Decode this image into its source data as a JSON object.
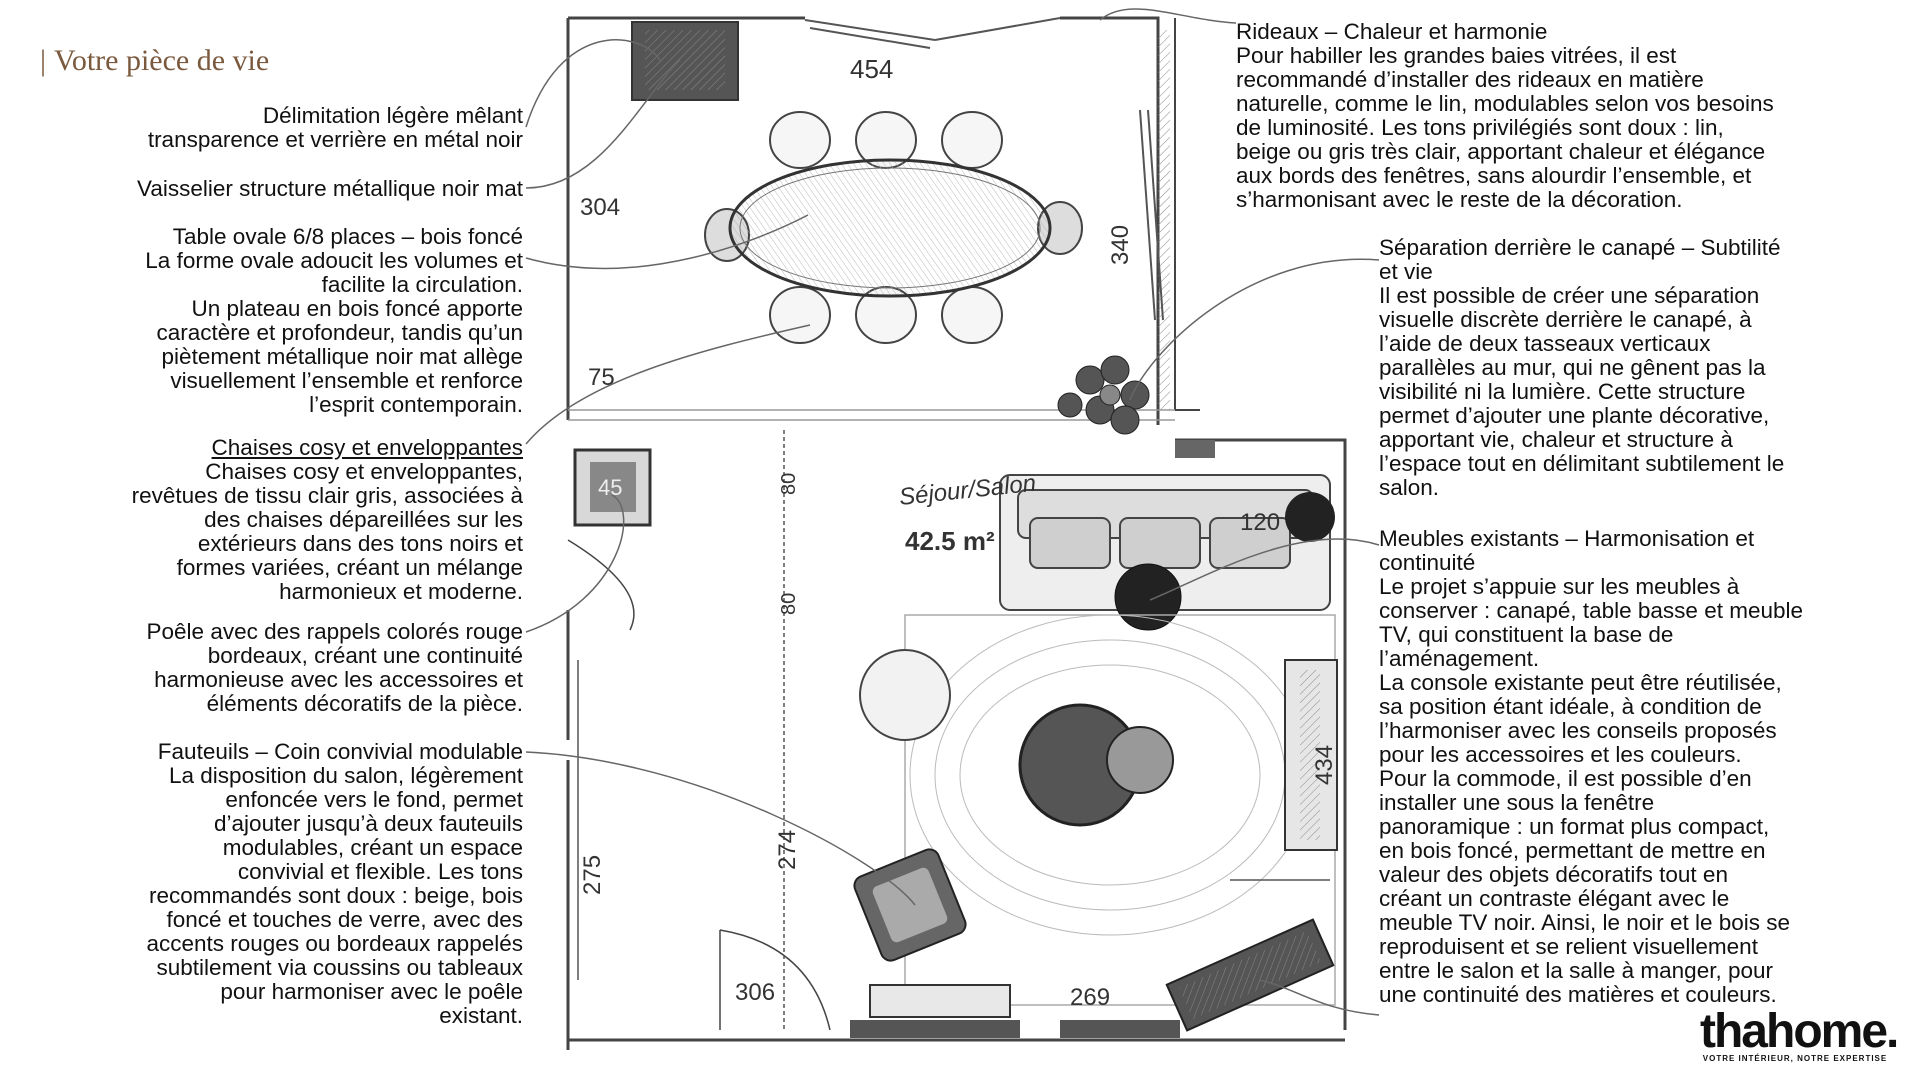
{
  "header": {
    "title": "Votre pièce de vie"
  },
  "left_notes": {
    "delimitation": {
      "lines": [
        "Délimitation légère mêlant",
        "transparence et verrière en métal noir"
      ]
    },
    "vaisselier": {
      "lines": [
        "Vaisselier structure métallique noir mat"
      ]
    },
    "table": {
      "lines": [
        "Table ovale 6/8 places – bois foncé",
        "La forme ovale adoucit les volumes et",
        "facilite la circulation.",
        "Un plateau en bois foncé apporte",
        "caractère et profondeur, tandis qu’un",
        "piètement métallique noir mat allège",
        "visuellement l’ensemble et renforce",
        "l’esprit contemporain."
      ]
    },
    "chaises": {
      "title": "Chaises cosy et enveloppantes",
      "lines": [
        "Chaises cosy et enveloppantes,",
        "revêtues de tissu clair gris, associées à",
        "des chaises dépareillées sur les",
        "extérieurs dans des tons noirs et",
        "formes variées, créant un mélange",
        "harmonieux et moderne."
      ]
    },
    "poele": {
      "lines": [
        "Poêle avec des rappels colorés rouge",
        "bordeaux, créant une continuité",
        "harmonieuse avec les accessoires et",
        "éléments décoratifs de la pièce."
      ]
    },
    "fauteuils": {
      "lines": [
        "Fauteuils – Coin convivial modulable",
        "La disposition du salon, légèrement",
        "enfoncée vers le fond, permet",
        "d’ajouter jusqu’à deux fauteuils",
        "modulables, créant un espace",
        "convivial et flexible. Les tons",
        "recommandés sont doux : beige, bois",
        "foncé et touches de verre, avec des",
        "accents rouges ou bordeaux rappelés",
        "subtilement via coussins ou tableaux",
        "pour harmoniser avec le poêle",
        "existant."
      ]
    }
  },
  "right_notes": {
    "rideaux": {
      "lines": [
        "Rideaux – Chaleur et harmonie",
        "Pour habiller les grandes baies vitrées, il est",
        "recommandé d’installer des rideaux en matière",
        "naturelle, comme le lin, modulables selon vos besoins",
        "de luminosité. Les tons privilégiés sont doux : lin,",
        "beige ou gris très clair, apportant chaleur et élégance",
        "aux bords des fenêtres, sans alourdir l’ensemble, et",
        "s’harmonisant avec le reste de la décoration."
      ]
    },
    "separation": {
      "lines": [
        "Séparation derrière le canapé – Subtilité",
        "et vie",
        " Il est possible de créer une séparation",
        "visuelle discrète derrière le canapé, à",
        "l’aide de deux tasseaux verticaux",
        "parallèles au mur, qui ne gênent pas la",
        "visibilité ni la lumière. Cette structure",
        "permet d’ajouter une plante décorative,",
        "apportant vie, chaleur et structure à",
        "l’espace tout en délimitant subtilement le",
        "salon."
      ]
    },
    "meubles": {
      "lines": [
        "Meubles existants – Harmonisation et",
        "continuité",
        " Le projet s’appuie sur les meubles à",
        "conserver : canapé, table basse et meuble",
        "TV, qui constituent la base de",
        "l’aménagement.",
        " La console existante peut être réutilisée,",
        "sa position étant idéale, à condition de",
        "l’harmoniser avec les conseils proposés",
        "pour les accessoires et les couleurs.",
        " Pour la commode, il est possible d’en",
        "installer une sous la fenêtre",
        "panoramique : un format plus compact,",
        "en bois foncé, permettant de mettre en",
        "valeur des objets décoratifs tout en",
        "créant un contraste élégant avec le",
        "meuble TV noir. Ainsi, le noir et le bois se",
        "reproduisent et se relient visuellement",
        "entre le salon et la salle à manger, pour",
        "une continuité des matières et couleurs."
      ]
    }
  },
  "plan": {
    "room_label": "Séjour/Salon",
    "area": "42.5 m²",
    "dimensions": {
      "top": "454",
      "left_dining": "304",
      "right_dining": "340",
      "left_75": "75",
      "stove": "45",
      "mid_vertical": "80",
      "mid_vertical_2": "80",
      "left_lower": "275",
      "center_lower": "274",
      "right_lower": "434",
      "sofa": "120",
      "bottom_left": "306",
      "bottom_right": "269"
    }
  },
  "brand": {
    "name": "thahome.",
    "tagline": "VOTRE INTÉRIEUR, NOTRE EXPERTISE"
  },
  "colors": {
    "title": "#7a5a3e",
    "ink": "#111111",
    "pencil": "#555555"
  }
}
